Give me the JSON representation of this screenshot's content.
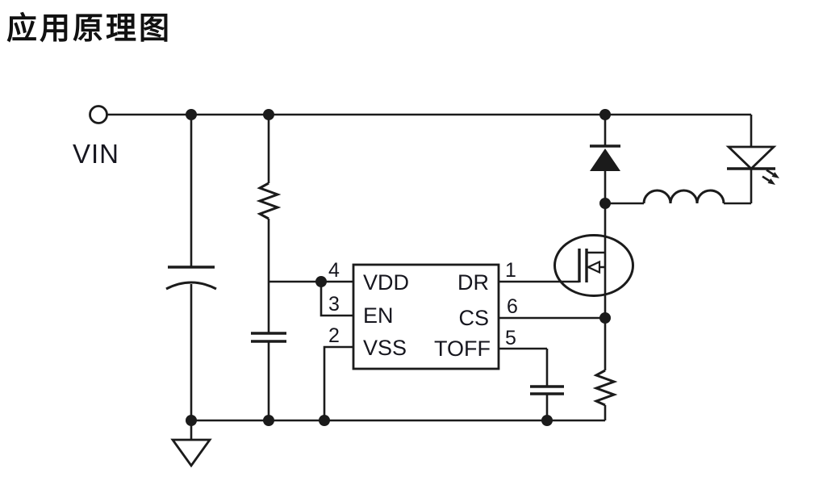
{
  "title": "应用原理图",
  "colors": {
    "line": "#1b1b1b",
    "text": "#16161e",
    "background": "#ffffff"
  },
  "input_terminal": {
    "label": "VIN"
  },
  "ic": {
    "left_pins": [
      {
        "number": "4",
        "label": "VDD"
      },
      {
        "number": "3",
        "label": "EN"
      },
      {
        "number": "2",
        "label": "VSS"
      }
    ],
    "right_pins": [
      {
        "number": "1",
        "label": "DR"
      },
      {
        "number": "6",
        "label": "CS"
      },
      {
        "number": "5",
        "label": "TOFF"
      }
    ]
  },
  "symbols": [
    "vin-terminal",
    "input-capacitor-electrolytic",
    "vdd-resistor",
    "vdd-capacitor",
    "controller-ic",
    "freewheel-diode",
    "nmos-transistor",
    "inductor",
    "led",
    "toff-capacitor",
    "cs-sense-resistor",
    "ground"
  ]
}
